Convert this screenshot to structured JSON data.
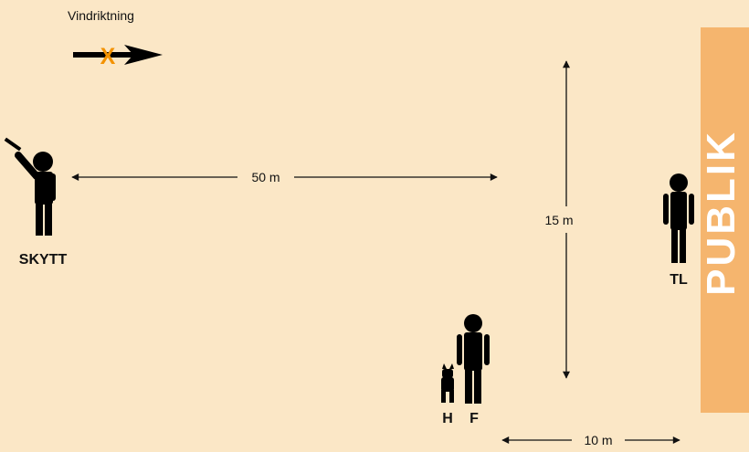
{
  "wind": {
    "label": "Vindriktning",
    "marker": "X",
    "arrow_color": "#000000",
    "marker_color": "#f39200"
  },
  "figures": {
    "shooter": "SKYTT",
    "handler": "F",
    "dog": "H",
    "judge": "TL"
  },
  "distances": {
    "shooter_to_handler": "50 m",
    "vertical": "15 m",
    "horizontal": "10 m"
  },
  "audience": {
    "label": "PUBLIK",
    "bg_color": "#f5b56e",
    "text_color": "#ffffff"
  },
  "colors": {
    "background": "#fbe7c6",
    "figure": "#000000"
  }
}
